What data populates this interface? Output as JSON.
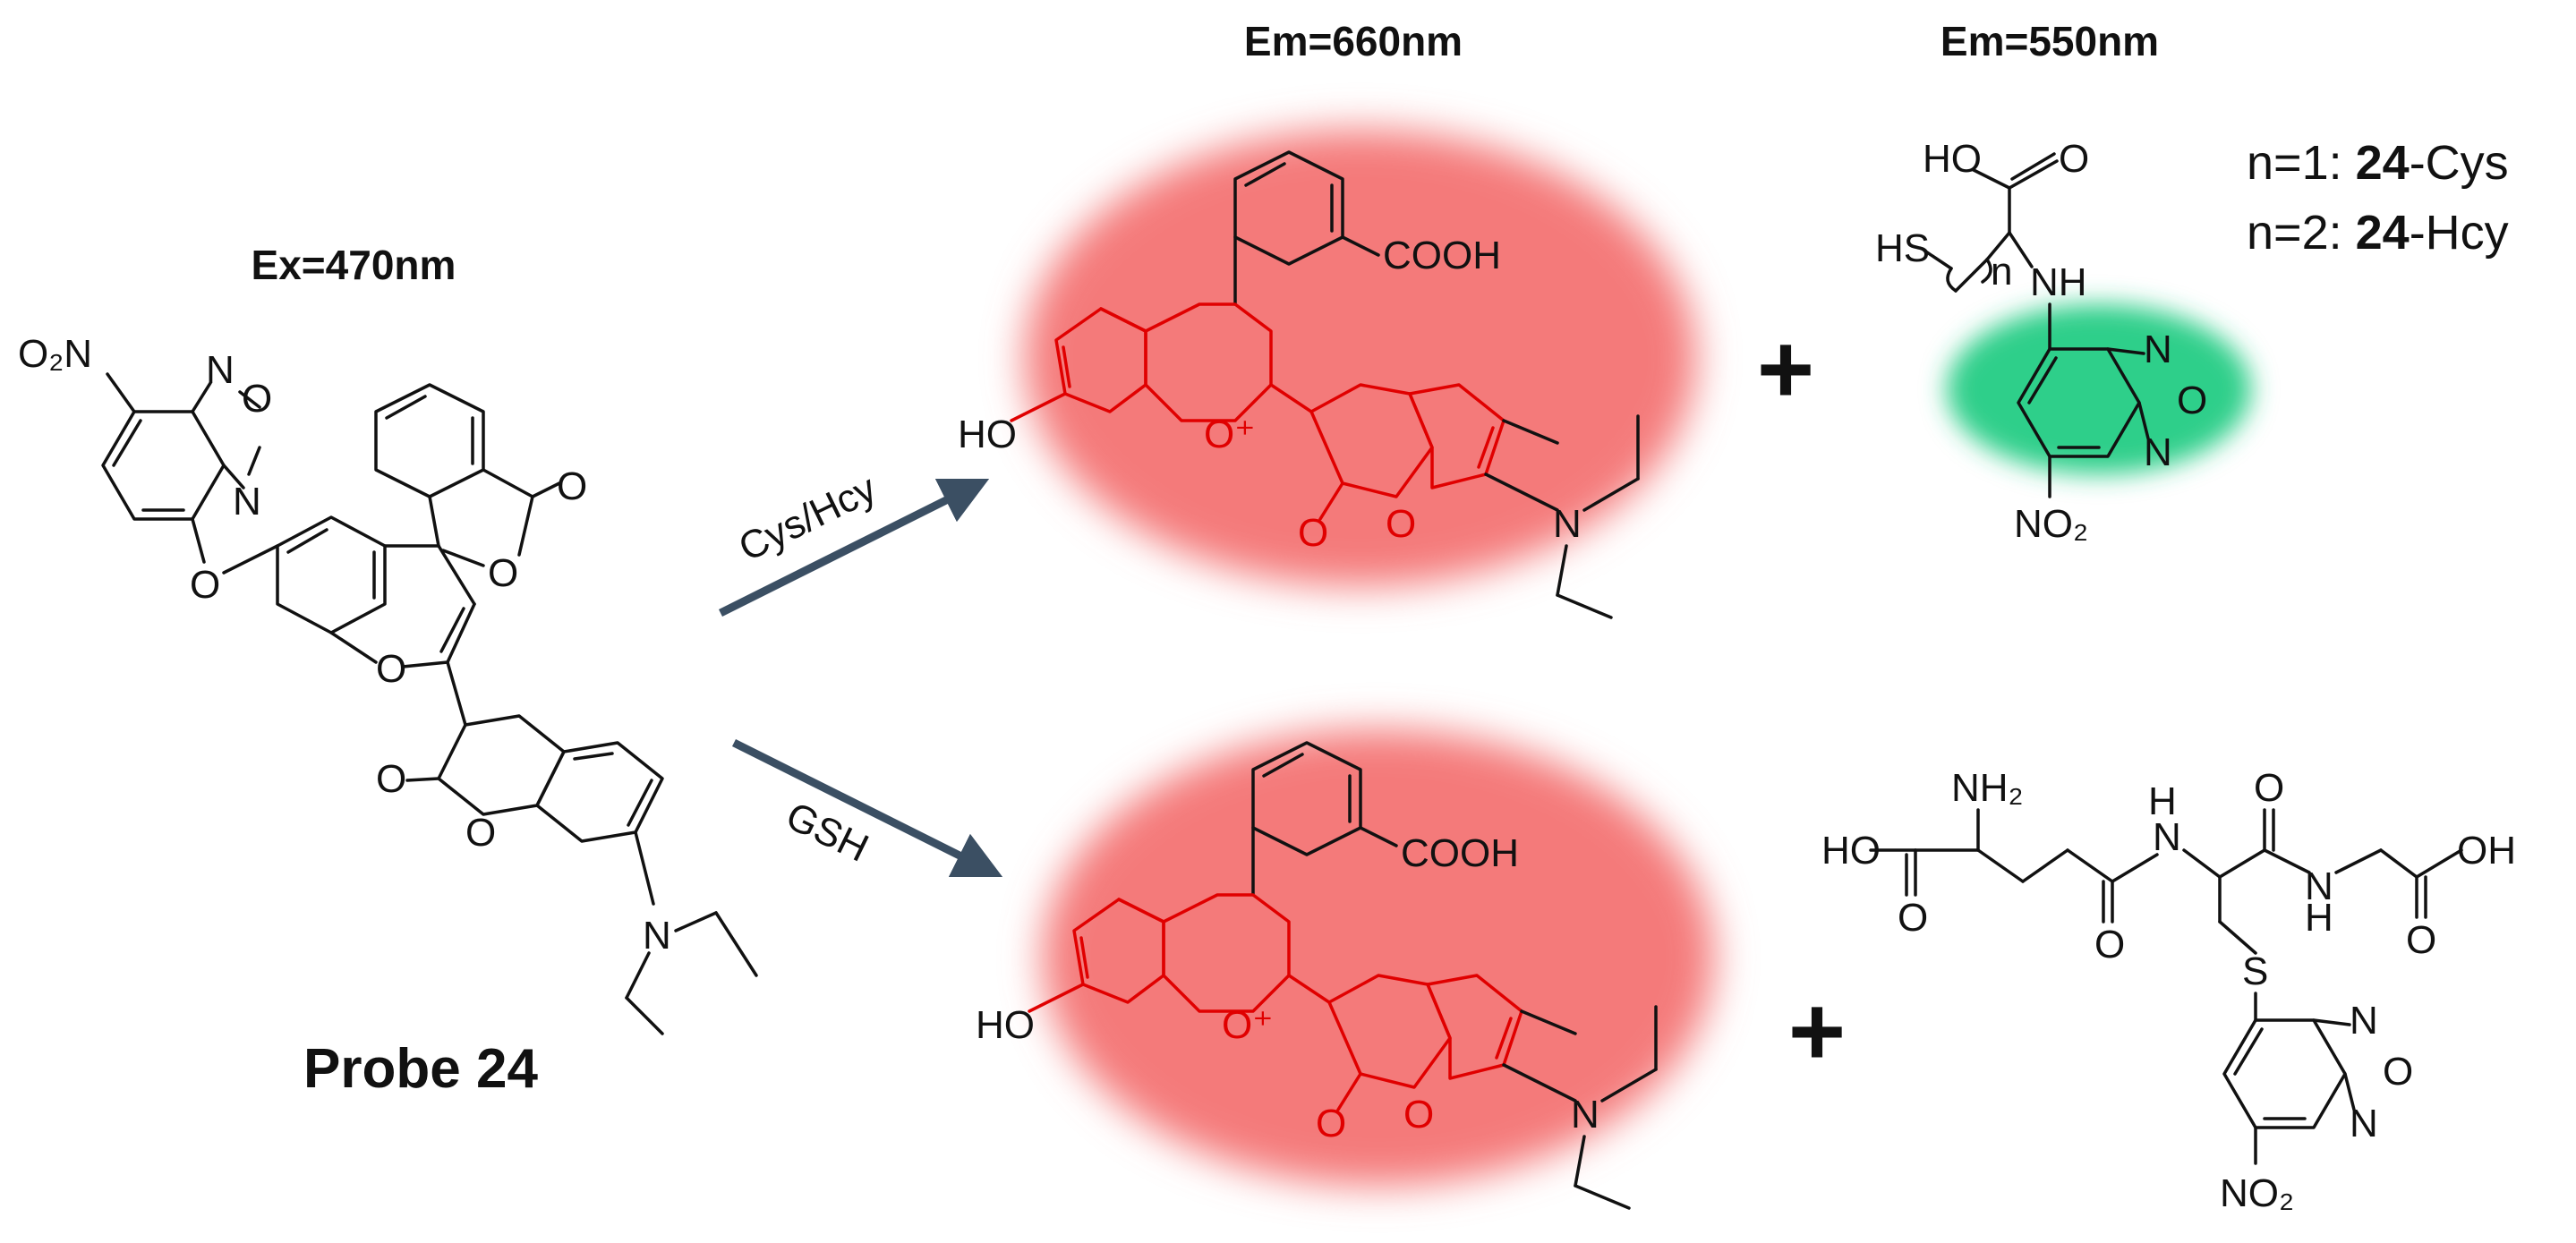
{
  "labels": {
    "excitation": "Ex=470nm",
    "emission_red": "Em=660nm",
    "emission_green": "Em=550nm",
    "probe_name": "Probe 24"
  },
  "arrows": {
    "top": "Cys/Hcy",
    "bottom": "GSH"
  },
  "plus_sign": "+",
  "product_key": {
    "line1_prefix": "n=1: ",
    "line1_bold": "24",
    "line1_suffix": "-Cys",
    "line2_prefix": "n=2: ",
    "line2_bold": "24",
    "line2_suffix": "-Hcy"
  },
  "atoms": {
    "o": "O",
    "n": "N",
    "nh": "NH",
    "n_h": "H",
    "o2n": "O₂N",
    "no2": "NO₂",
    "ho": "HO",
    "oh": "OH",
    "cooh": "COOH",
    "o_plus": "O⁺",
    "hs": "HS",
    "nh2": "NH₂",
    "s": "S",
    "n_sub": "n"
  },
  "colors": {
    "red_halo": "#f47a7a",
    "green_halo": "#2ecf8a",
    "arrow": "#3b4f63",
    "red_structure": "#e00000"
  }
}
